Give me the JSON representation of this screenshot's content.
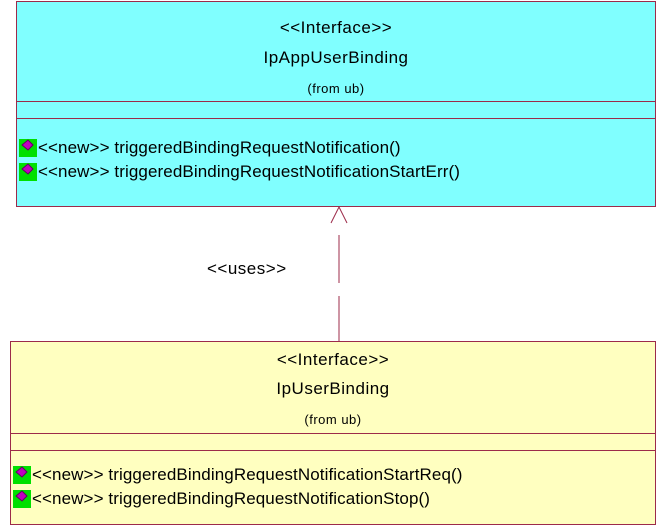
{
  "interface_top": {
    "stereotype": "<<Interface>>",
    "name": "IpAppUserBinding",
    "package": "(from ub)",
    "operations": [
      {
        "icon": "operation-diamond-icon",
        "text": "<<new>> triggeredBindingRequestNotification()"
      },
      {
        "icon": "operation-diamond-icon",
        "text": "<<new>> triggeredBindingRequestNotificationStartErr()"
      }
    ],
    "fill_color": "#80ffff"
  },
  "interface_bottom": {
    "stereotype": "<<Interface>>",
    "name": "IpUserBinding",
    "package": "(from ub)",
    "operations": [
      {
        "icon": "operation-diamond-icon",
        "text": "<<new>> triggeredBindingRequestNotificationStartReq()"
      },
      {
        "icon": "operation-diamond-icon",
        "text": "<<new>> triggeredBindingRequestNotificationStop()"
      }
    ],
    "fill_color": "#ffffc0"
  },
  "relationship": {
    "label": "<<uses>>",
    "line_color": "#9c2b4a"
  }
}
